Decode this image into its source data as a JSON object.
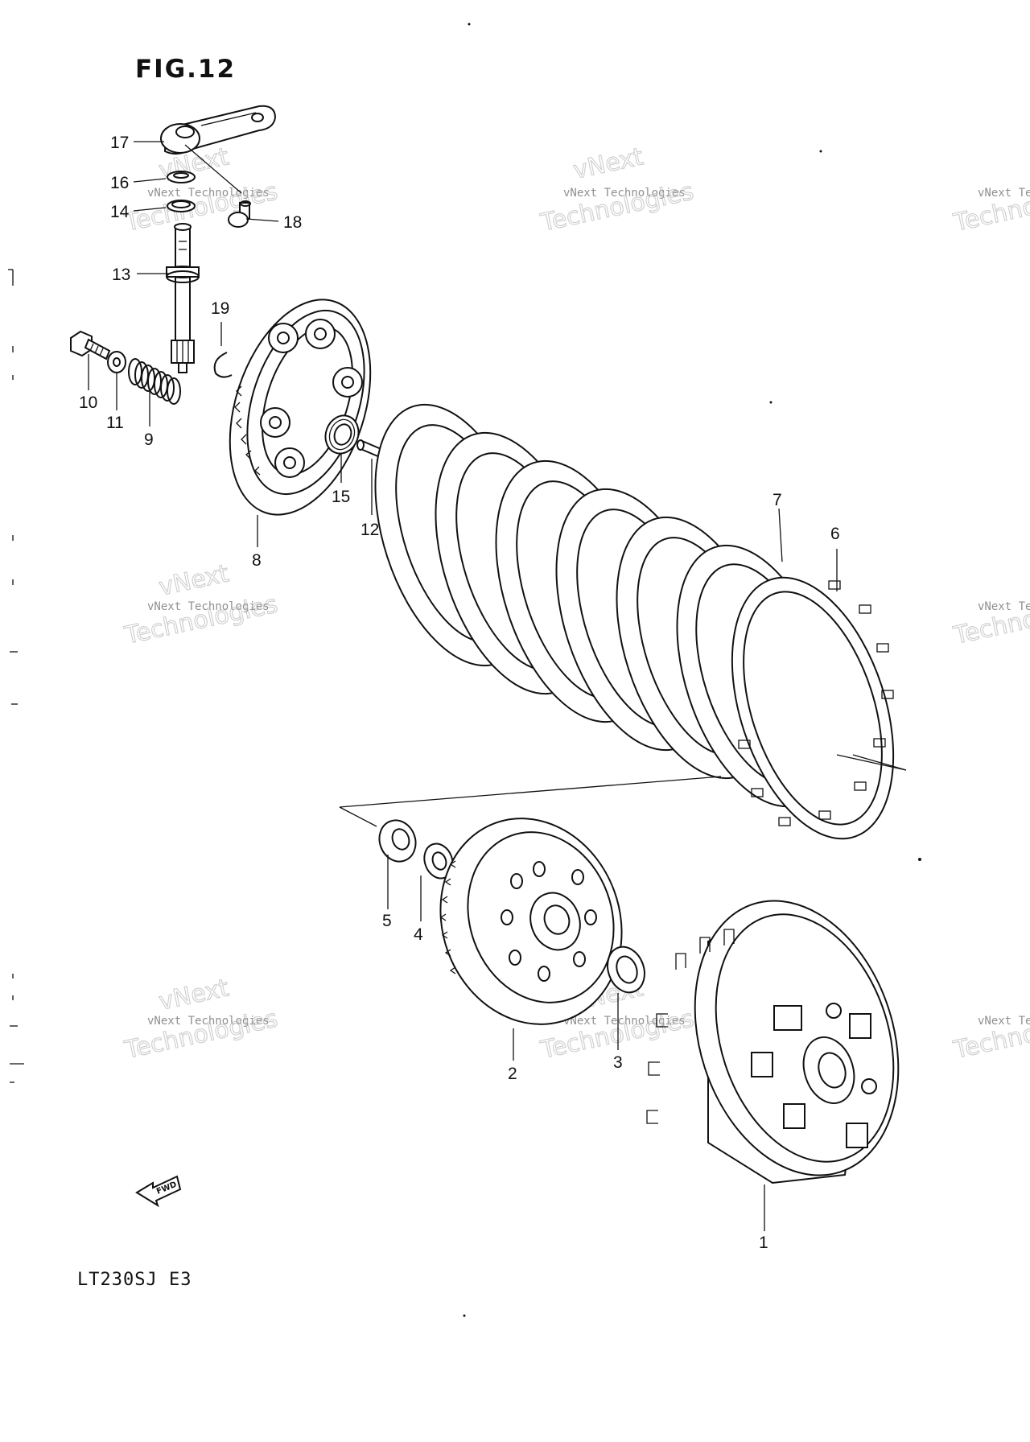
{
  "figure": {
    "title": "FIG.12",
    "model_code": "LT230SJ  E3",
    "fwd_label": "FWD"
  },
  "callouts": [
    "17",
    "16",
    "14",
    "18",
    "13",
    "19",
    "10",
    "11",
    "9",
    "15",
    "12",
    "8",
    "7",
    "6",
    "5",
    "4",
    "2",
    "3",
    "1"
  ],
  "watermark": {
    "line1": "vNext Technologies",
    "line2": "Technologies",
    "line3": "vNext"
  },
  "colors": {
    "ink": "#111111",
    "watermark": "#bdbdbd"
  }
}
